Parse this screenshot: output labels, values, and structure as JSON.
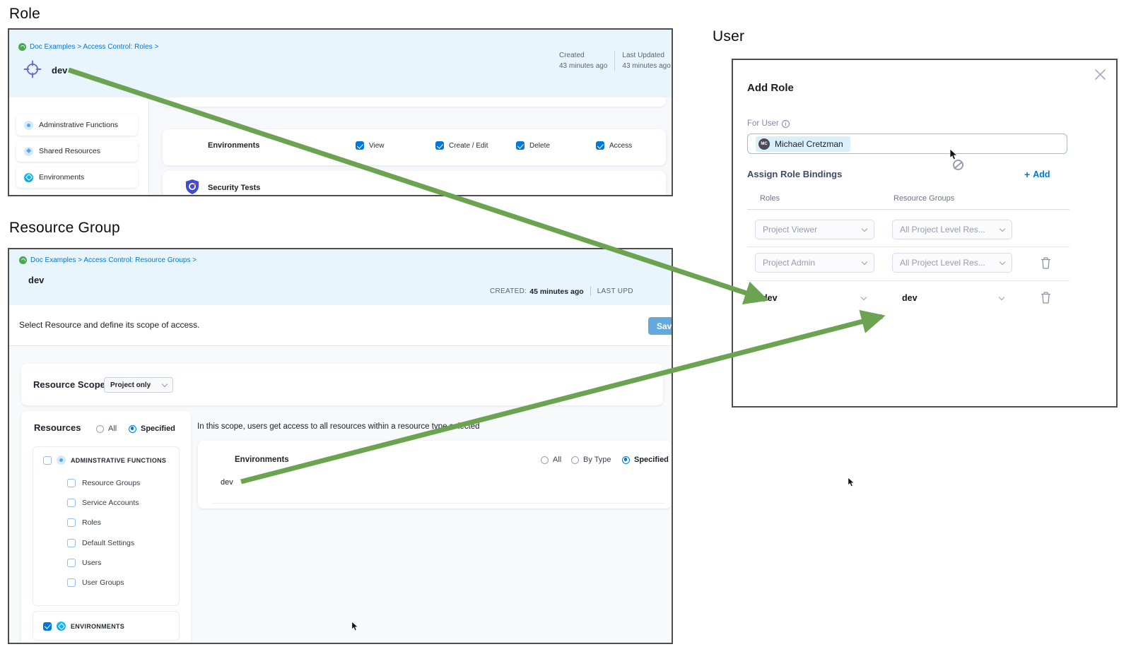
{
  "labels": {
    "role": "Role",
    "resource_group": "Resource Group",
    "user": "User"
  },
  "colors": {
    "accent_blue": "#0278d5",
    "arrow_green": "#6ba351",
    "header_blue": "#e9f5fc",
    "checkbox_blue": "#0278d5"
  },
  "role": {
    "breadcrumb": "Doc Examples > Access Control: Roles >",
    "title": "dev",
    "created_label": "Created",
    "created_value": "43 minutes ago",
    "updated_label": "Last Updated",
    "updated_value": "43 minutes ago",
    "sidebar": [
      "Adminstrative Functions",
      "Shared Resources",
      "Environments"
    ],
    "env_row_label": "Environments",
    "permissions": [
      "View",
      "Create / Edit",
      "Delete",
      "Access"
    ],
    "permissions_checked": [
      true,
      true,
      true,
      true
    ],
    "security_row_label": "Security Tests"
  },
  "rg": {
    "breadcrumb": "Doc Examples > Access Control: Resource Groups >",
    "title": "dev",
    "created_label": "CREATED:",
    "created_value": "45 minutes ago",
    "updated_label": "LAST UPD",
    "subtitle": "Select Resource and define its scope of access.",
    "save_label": "Sav",
    "scope_label": "Resource Scope",
    "scope_value": "Project only",
    "resources_label": "Resources",
    "resources_radios": [
      "All",
      "Specified"
    ],
    "resources_selected": "Specified",
    "admin_group": {
      "label": "ADMINSTRATIVE FUNCTIONS",
      "checked": false,
      "children": [
        "Resource Groups",
        "Service Accounts",
        "Roles",
        "Default Settings",
        "Users",
        "User Groups"
      ],
      "children_checked": [
        false,
        false,
        false,
        false,
        false,
        false
      ]
    },
    "env_group": {
      "label": "ENVIRONMENTS",
      "checked": true
    },
    "hint": "In this scope, users get access to all resources within a resource type selected",
    "env_card": {
      "label": "Environments",
      "radios": [
        "All",
        "By Type",
        "Specified"
      ],
      "selected": "Specified",
      "item": "dev"
    }
  },
  "user": {
    "title": "Add Role",
    "for_user_label": "For User",
    "chip_initials": "MC",
    "chip_name": "Michael Cretzman",
    "bindings_label": "Assign Role Bindings",
    "add_plus": "+",
    "add_label": "Add",
    "columns": [
      "Roles",
      "Resource Groups"
    ],
    "rows": [
      {
        "role": "Project Viewer",
        "rg": "All Project Level Res...",
        "style": "select",
        "deletable": false
      },
      {
        "role": "Project Admin",
        "rg": "All Project Level Res...",
        "style": "select",
        "deletable": true
      },
      {
        "role": "dev",
        "rg": "dev",
        "style": "text",
        "deletable": true
      }
    ]
  },
  "icons": {
    "breadcrumb_logo": "harness-logo-icon",
    "role_title": "target-crosshair-icon",
    "environments": "environments-icon",
    "security_tests": "shield-scan-icon",
    "close": "close-icon",
    "info": "info-icon",
    "add": "plus-icon",
    "delete": "trash-icon",
    "dropdown": "chevron-down-icon",
    "blocked": "no-drop-icon",
    "pointer": "mouse-cursor-icon"
  }
}
